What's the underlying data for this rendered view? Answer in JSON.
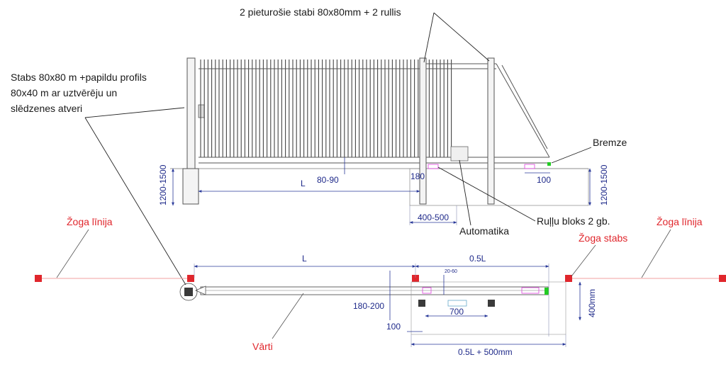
{
  "labels": {
    "support_posts": "2 pieturošie stabi 80x80mm + 2 rullis",
    "post_line1": "Stabs 80x80 m +papildu profils",
    "post_line2": "80x40 m ar uztvērēju un",
    "post_line3": "slēdzenes atveri",
    "brake": "Bremze",
    "roller_block": "Ruļļu bloks 2 gb.",
    "automation": "Automatika",
    "fence_line_left": "Žoga līnija",
    "fence_line_right": "Žoga līnija",
    "fence_post": "Žoga stabs",
    "gate": "Vārti"
  },
  "dimensions": {
    "height_left": "1200-1500",
    "height_right": "1200-1500",
    "ground_gap": "80-90",
    "elevation_opening": "L",
    "gap_180": "180",
    "offset_100_top": "100",
    "foundation": "400-500",
    "plan_opening": "L",
    "plan_half": "0.5L",
    "plan_small": "20-60",
    "plan_offset": "180-200",
    "plan_motor": "700",
    "plan_depth": "400mm",
    "plan_offset_100": "100",
    "plan_total": "0.5L + 500mm"
  },
  "colors": {
    "dimension": "#1f2a8a",
    "fence": "#e0262c",
    "brake_marker": "#22cc22",
    "roller_marker": "#e040e0"
  }
}
